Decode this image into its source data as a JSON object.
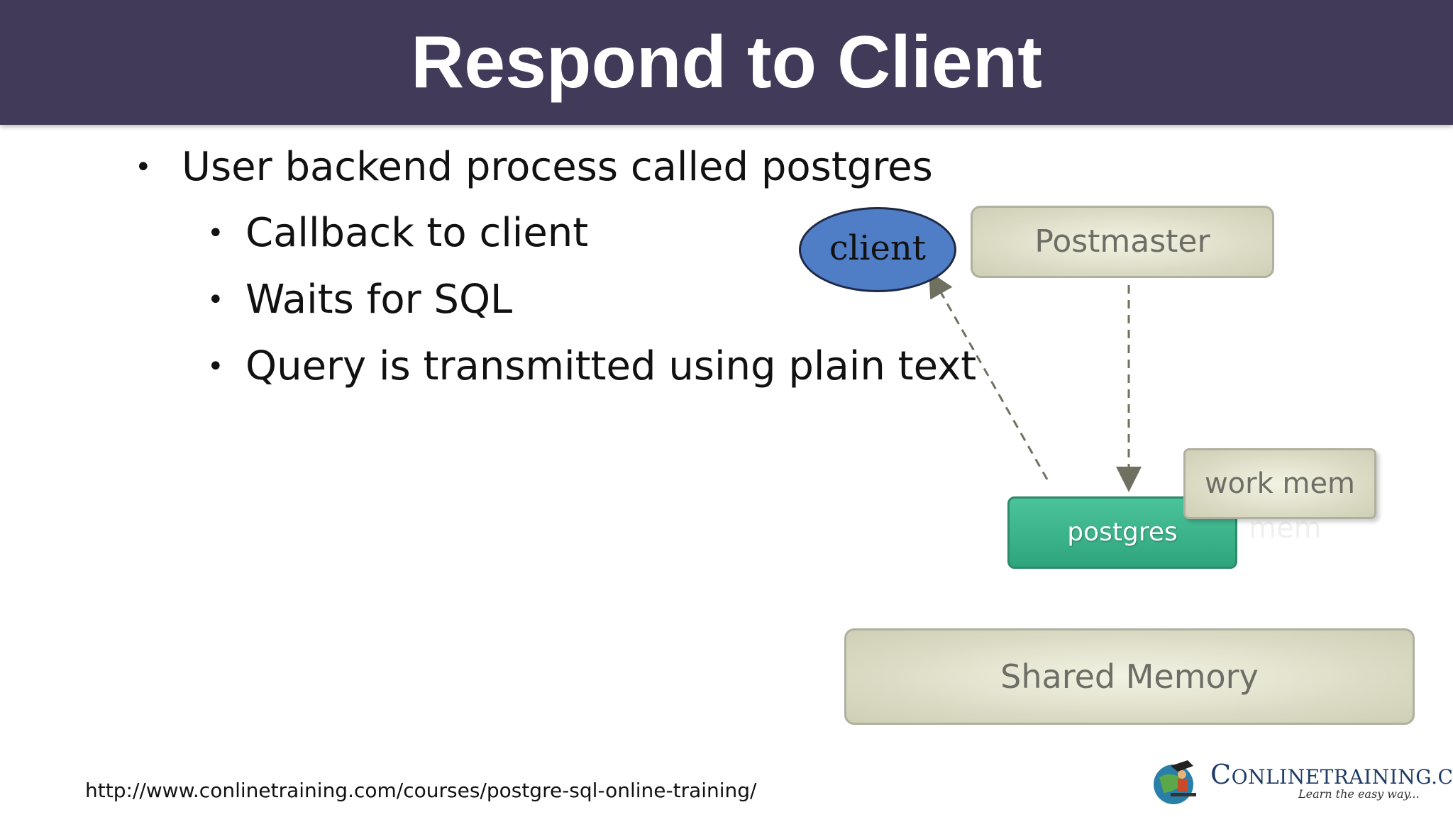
{
  "slide": {
    "title": "Respond to Client",
    "bullets": [
      "User backend process called postgres",
      "Callback to client",
      "Waits for SQL",
      "Query is transmitted using plain text"
    ],
    "footer_url": "http://www.conlinetraining.com/courses/postgre-sql-online-training/"
  },
  "diagram": {
    "client": "client",
    "postmaster": "Postmaster",
    "postgres": "postgres",
    "work_mem": "work mem",
    "work_mem_ghost": "mem",
    "shared_memory": "Shared Memory",
    "colors": {
      "title_bar": "#413a58",
      "client_fill": "#4f7dc6",
      "postgres_fill": "#34aa82",
      "beige_box": "#dcdcc6",
      "arrow": "#707060"
    }
  },
  "logo": {
    "name_initial": "C",
    "name_rest": "ONLINETRAINING.COM",
    "tagline": "Learn the easy way..."
  }
}
